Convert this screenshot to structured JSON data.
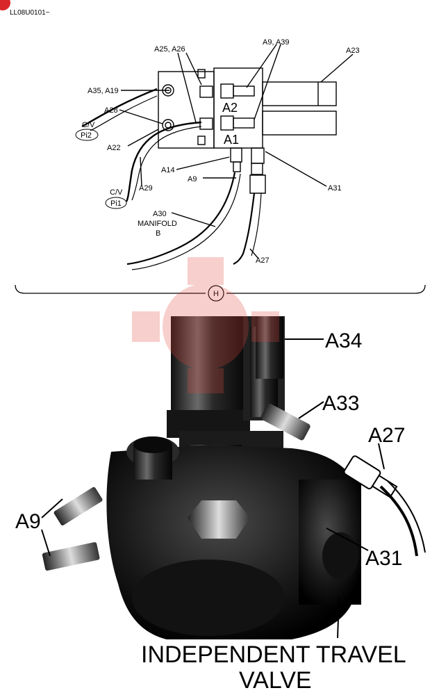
{
  "header": {
    "doc_code": "LL08U0101~"
  },
  "top_diagram": {
    "labels": {
      "a25_a26": "A25, A26",
      "a9_a39": "A9, A39",
      "a23": "A23",
      "a35_a19": "A35,  A19",
      "a28": "A28",
      "cv_top": "C/V",
      "pi2": "Pi2",
      "a22": "A22",
      "a2": "A2",
      "a1": "A1",
      "a14": "A14",
      "a9": "A9",
      "a31": "A31",
      "a29": "A29",
      "cv_bottom": "C/V",
      "pi1": "Pi1",
      "a30": "A30",
      "manifold": "MANIFOLD",
      "manifold_b": "B",
      "a27": "A27"
    },
    "section_marker": "H"
  },
  "photo": {
    "labels": {
      "a34": "A34",
      "a33": "A33",
      "a27": "A27",
      "a9": "A9",
      "a31": "A31"
    },
    "caption_line1": "INDEPENDENT TRAVEL",
    "caption_line2": "VALVE"
  },
  "colors": {
    "ink": "#000000",
    "badge": "#d9262b",
    "watermark": "#e0453a"
  }
}
